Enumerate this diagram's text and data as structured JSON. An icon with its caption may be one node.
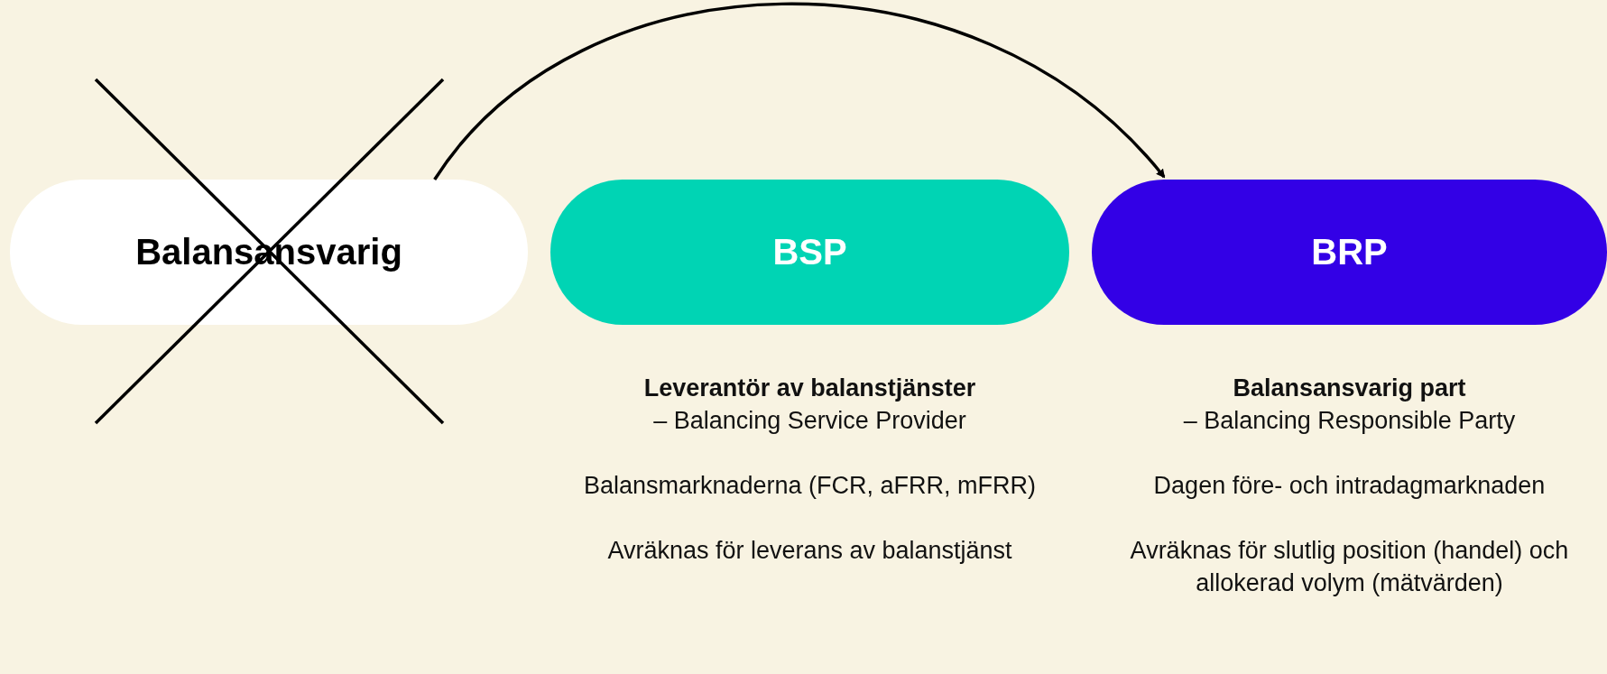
{
  "diagram": {
    "nodes": [
      {
        "text": [
          "Balansansvarig"
        ]
      },
      {
        "text": [
          "BSP"
        ],
        "beside": [
          "Leverantör av balanstjänster",
          "– Balancing Service Provider",
          "Balansmarknaderna (FCR, aFRR, mFRR)",
          "Avräknas för leverans av balanstjänst"
        ]
      },
      {
        "text": [
          "BRP"
        ],
        "beside": [
          "Balansansvarig part",
          "– Balancing Responsible Party",
          "Dagen före- och intradagmarknaden",
          "Avräknas för slutlig position (handel) och allokerad volym (mätvärden)"
        ]
      }
    ],
    "edges": [
      {
        "from": 0,
        "to": 2,
        "arrow": "to"
      }
    ]
  }
}
